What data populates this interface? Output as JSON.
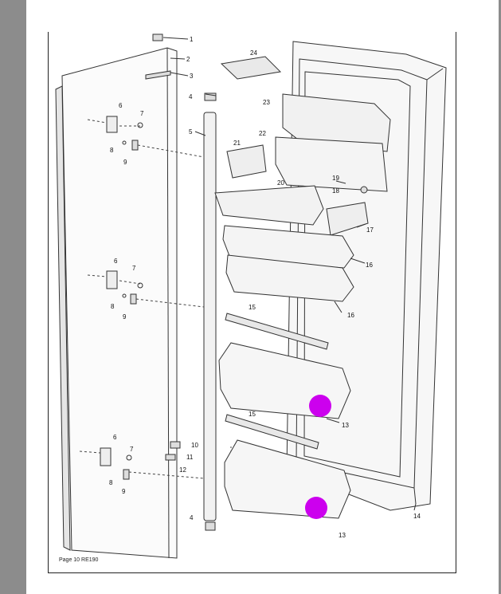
{
  "footer": {
    "text": "Page 10  RE190"
  },
  "colors": {
    "side_rail": "#8c8c8c",
    "highlight_marker": "#cc00ee"
  },
  "callouts": [
    "1",
    "2",
    "3",
    "4",
    "5",
    "6",
    "7",
    "8",
    "9",
    "6",
    "7",
    "8",
    "9",
    "6",
    "7",
    "8",
    "9",
    "10",
    "11",
    "12",
    "4",
    "24",
    "23",
    "22",
    "21",
    "20",
    "19",
    "18",
    "17",
    "16",
    "16",
    "15",
    "13",
    "15",
    "13",
    "14"
  ]
}
